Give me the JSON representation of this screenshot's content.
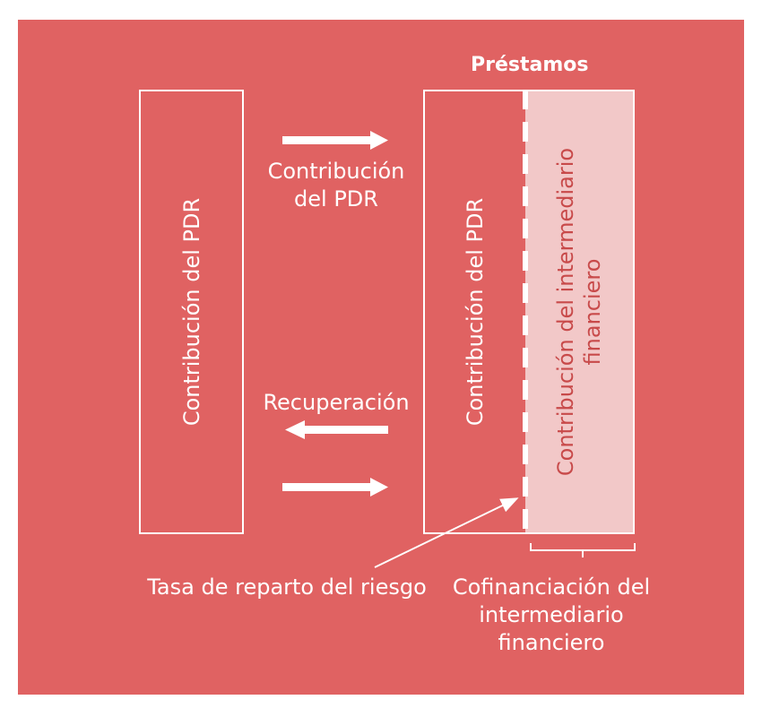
{
  "title": "Préstamos",
  "left_box": {
    "label": "Contribución del PDR"
  },
  "loans_box": {
    "pdr_label": "Contribución del PDR",
    "intermediary_label": "Contribución del intermediario financiero"
  },
  "arrows": {
    "top_label": "Contribución del PDR",
    "middle_label": "Recuperación"
  },
  "bottom": {
    "risk_label": "Tasa de reparto del riesgo",
    "cofinancing_label": "Cofinanciación del intermediario financiero"
  },
  "colors": {
    "background": "#e06262",
    "intermediary_fill": "#f2c8c8",
    "intermediary_text": "#c84a4a",
    "lines": "#ffffff"
  }
}
